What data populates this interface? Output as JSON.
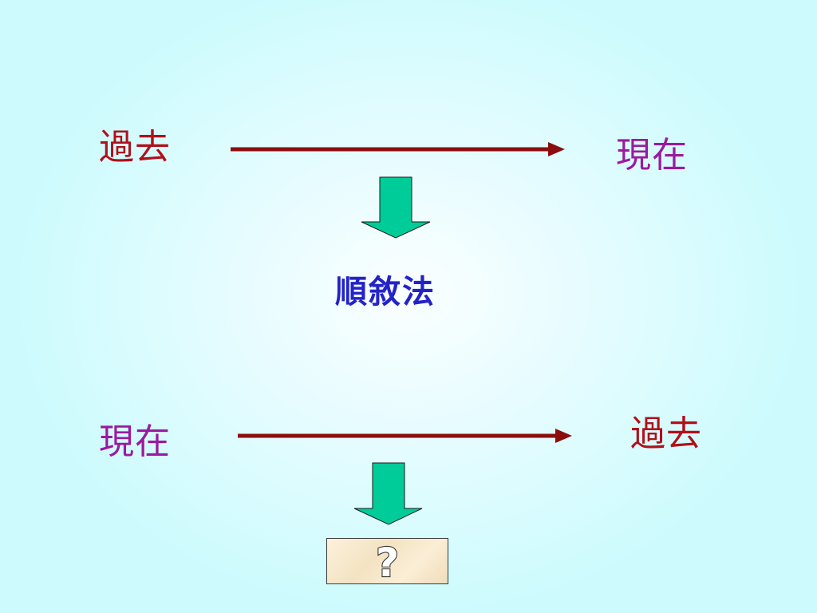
{
  "colors": {
    "background": "#cdfbfd",
    "timeline_arrow": "#8b0d0d",
    "down_arrow_fill": "#00cc99",
    "past_text": "#b0101a",
    "present_text": "#9b1a9e",
    "method_text": "#2323c8"
  },
  "top_row": {
    "start_label": "過去",
    "end_label": "現在"
  },
  "method_label": "順敘法",
  "bottom_row": {
    "start_label": "現在",
    "end_label": "過去"
  },
  "answer_box": {
    "icon": "question-mark-icon",
    "text": "?"
  }
}
